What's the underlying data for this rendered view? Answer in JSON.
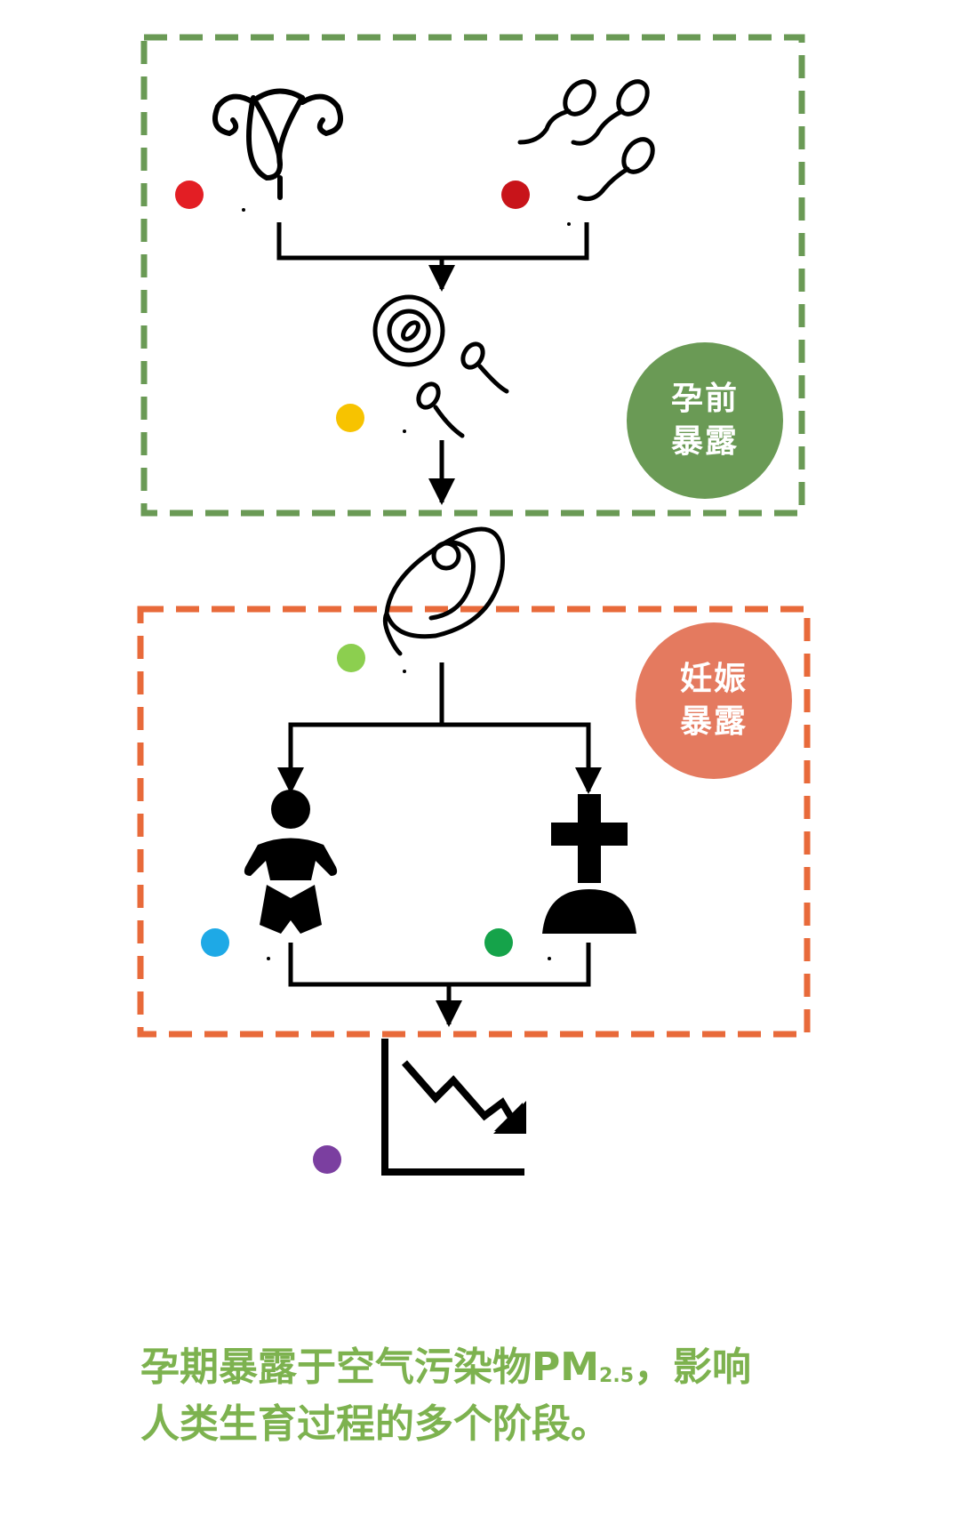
{
  "labels": {
    "preconception": {
      "line1": "孕前",
      "line2": "暴露"
    },
    "pregnancy": {
      "line1": "妊娠",
      "line2": "暴露"
    }
  },
  "caption": {
    "part1": "孕期暴露于空气污染物PM",
    "sub": "2.5",
    "part2": "，影响",
    "line2": "人类生育过程的多个阶段。"
  },
  "colors": {
    "pre_box": "#6a9a55",
    "preg_box": "#e86a3a",
    "caption": "#7db24f",
    "dot_female": "#e31e24",
    "dot_male": "#c8141a",
    "dot_fertilization": "#f7c300",
    "dot_fetus": "#8ccf4f",
    "dot_infant": "#1ea9e6",
    "dot_maternal": "#15a34a",
    "dot_outcome": "#7b3fa0"
  },
  "icons": [
    "uterus-icon",
    "sperm-icon",
    "fertilization-icon",
    "fetus-icon",
    "baby-icon",
    "grave-icon",
    "decline-chart-icon"
  ]
}
